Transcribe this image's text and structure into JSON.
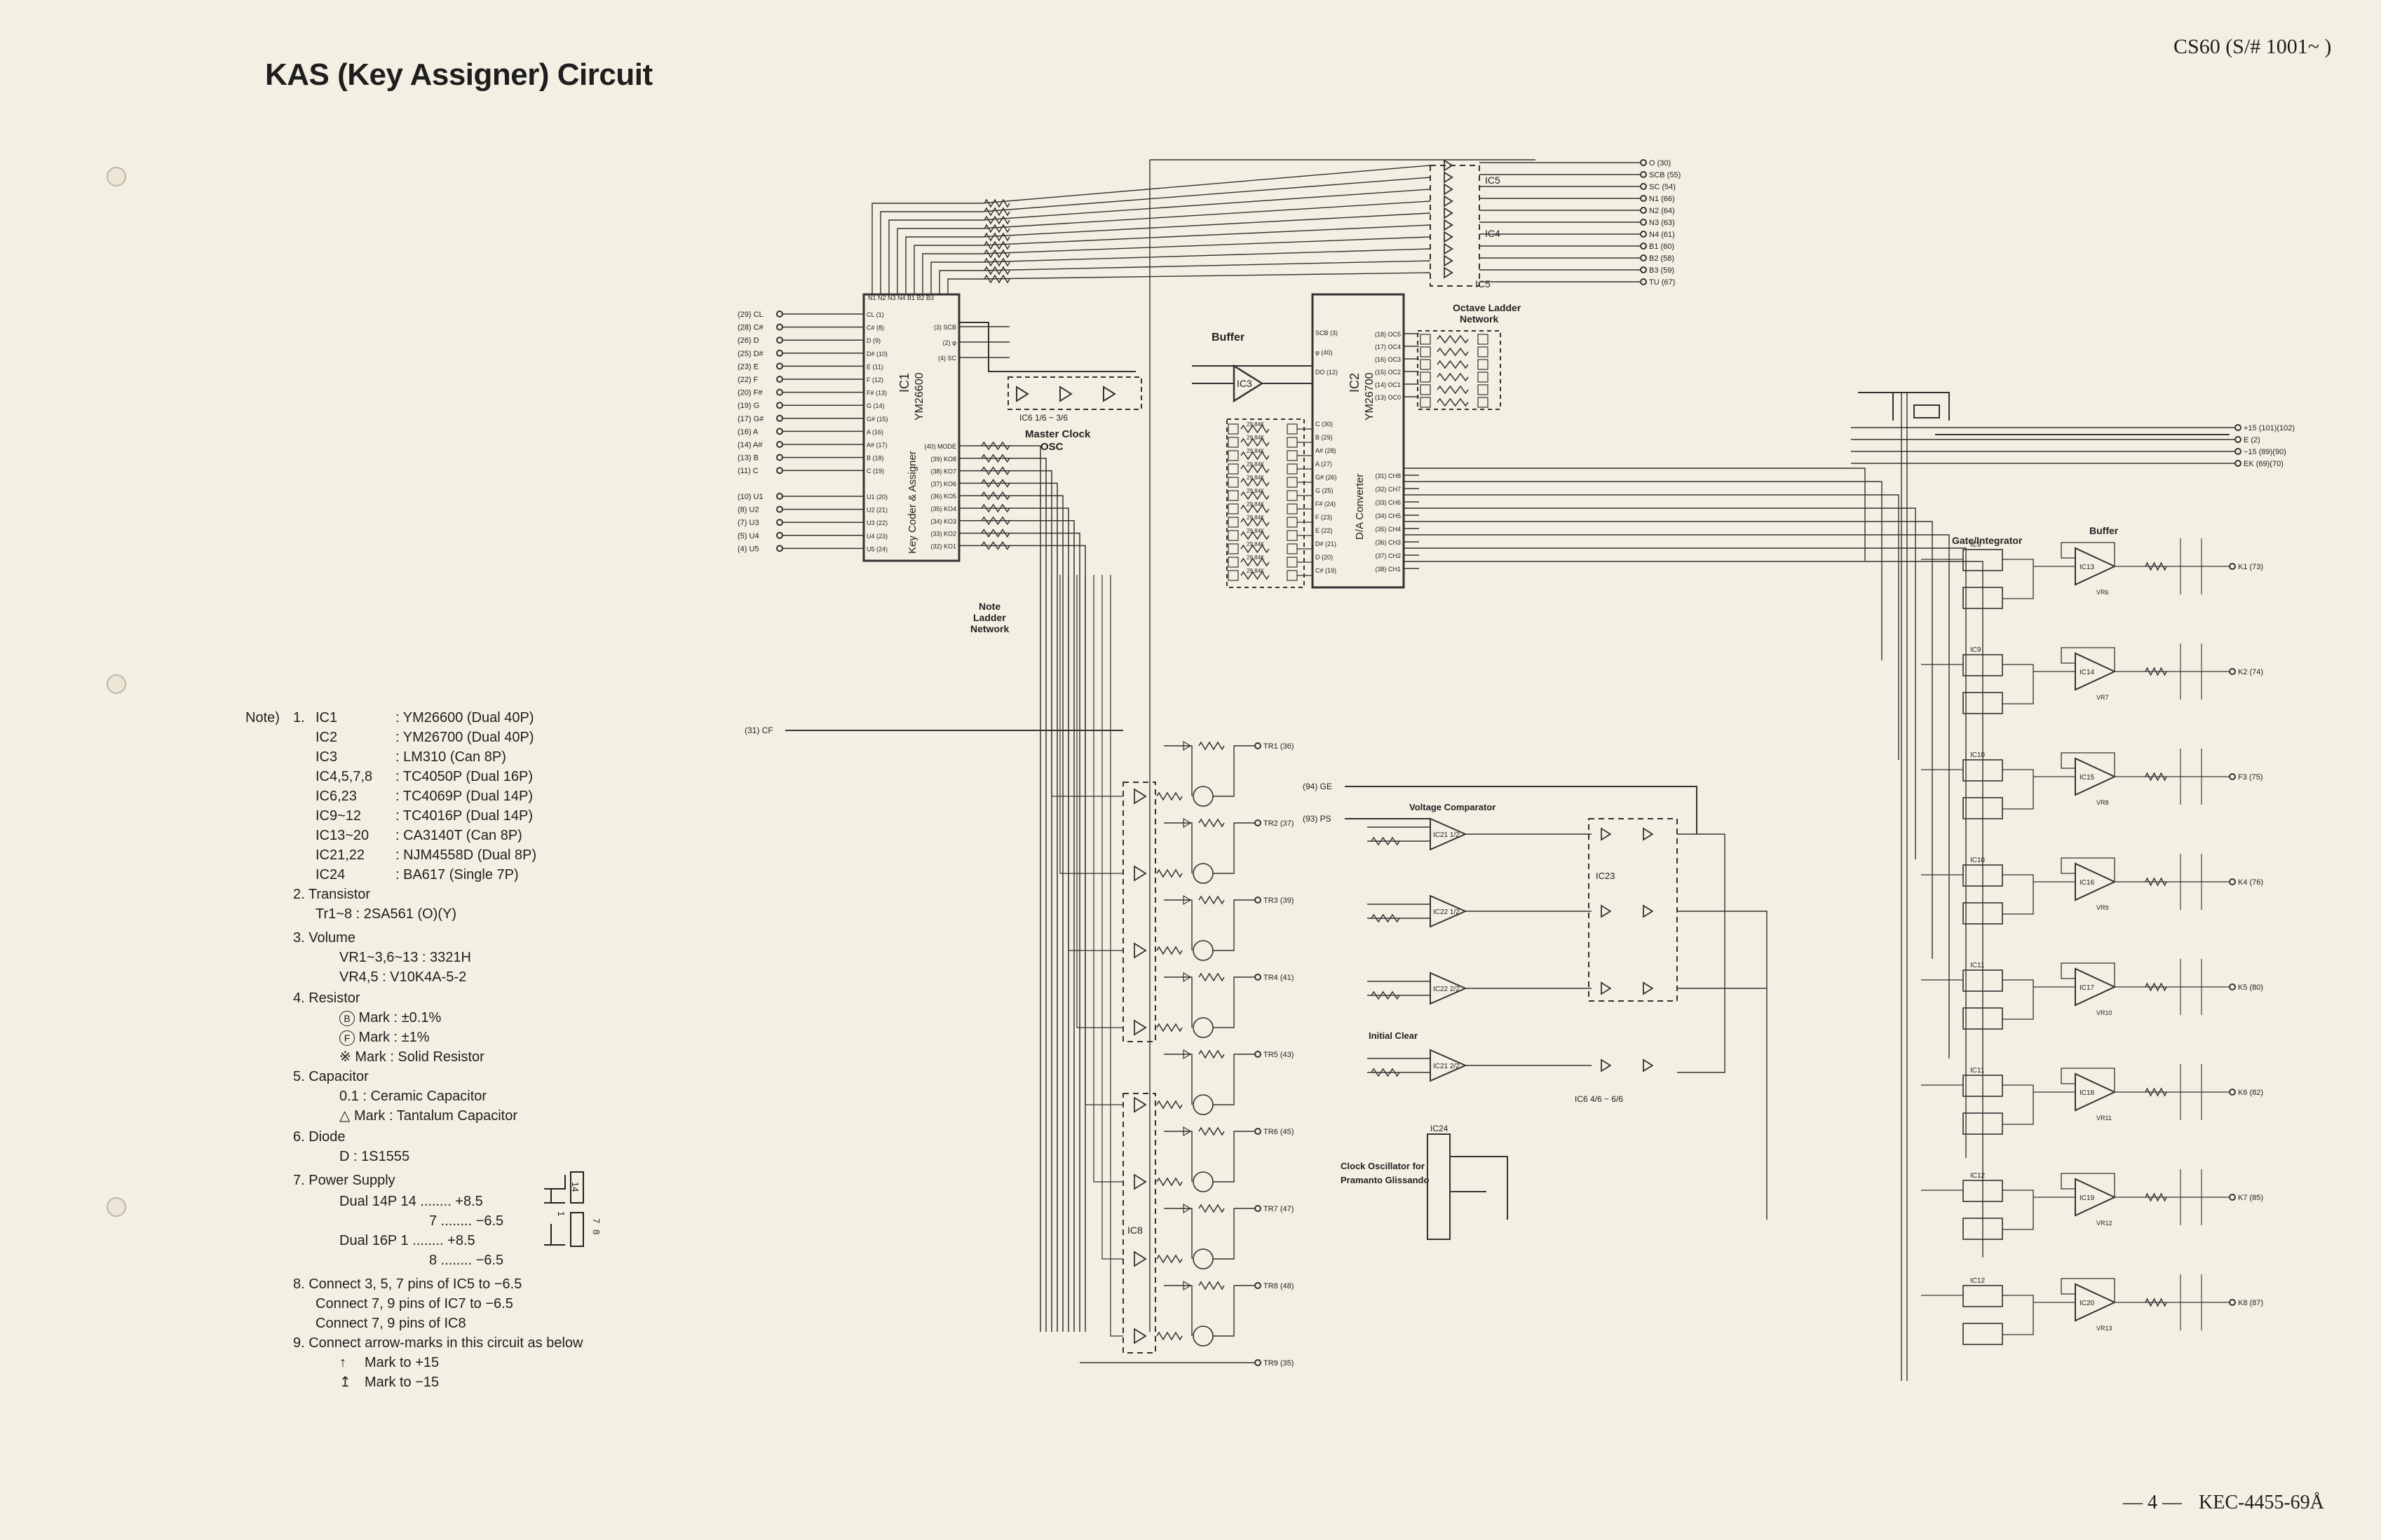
{
  "header": {
    "title": "KAS (Key Assigner) Circuit",
    "model": "CS60 (S/# 1001~ )"
  },
  "footer": {
    "page_number": "— 4 —",
    "document_code": "KEC-4455-69Å"
  },
  "ic_labels": {
    "ic1": "IC1",
    "ic1_part": "YM26600",
    "ic1_name": "Key Coder & Assigner",
    "ic2": "IC2",
    "ic2_part": "YM26700",
    "ic2_name": "D/A Converter",
    "ic3": "IC3",
    "ic4": "IC4",
    "ic5": "IC5",
    "ic6": "IC6  1/6 ~ 3/6",
    "ic8": "IC8",
    "ic23": "IC23",
    "ic6b": "IC6  4/6 ~ 6/6",
    "ic24": "IC24"
  },
  "block_labels": {
    "buffer": "Buffer",
    "master_clock": "Master Clock",
    "osc": "OSC",
    "note_ladder": "Note",
    "note_ladder2": "Ladder",
    "note_ladder3": "Network",
    "octave_ladder": "Octave Ladder",
    "octave_ladder2": "Network",
    "voltage_comparator": "Voltage Comparator",
    "initial_clear": "Initial Clear",
    "clock_osc": "Clock Oscillator for",
    "clock_osc2": "Pramanto Glissando",
    "gate_integrator": "Gate/Integrator",
    "buffer_right": "Buffer"
  },
  "left_inputs": [
    "(29) CL",
    "(28) C#",
    "(26) D",
    "(25) D#",
    "(23) E",
    "(22) F",
    "(20) F#",
    "(19) G",
    "(17) G#",
    "(16) A",
    "(14) A#",
    "(13) B",
    "(11) C"
  ],
  "left_u_inputs": [
    "(10) U1",
    "(8) U2",
    "(7) U3",
    "(5) U4",
    "(4) U5"
  ],
  "cf_input": "(31) CF",
  "ge_input": "(94) GE",
  "ps_input": "(93) PS",
  "ic1_top_pins": "N1 N2 N3 N4 B1 B2 B3",
  "ic1_left_pins": [
    "CL (1)",
    "C# (8)",
    "D (9)",
    "D# (10)",
    "E (11)",
    "F (12)",
    "F# (13)",
    "G (14)",
    "G# (15)",
    "A (16)",
    "A# (17)",
    "B (18)",
    "C (19)",
    "U1 (20)",
    "U2 (21)",
    "U3 (22)",
    "U4 (23)",
    "U5 (24)"
  ],
  "ic1_right_pins": [
    "(3) SCB",
    "(2) φ",
    "(4) SC",
    "(40) MODE",
    "(39) KO8",
    "(38) KO7",
    "(37) KO6",
    "(36) KO5",
    "(35) KO4",
    "(34) KO3",
    "(33) KO2",
    "(32) KO1"
  ],
  "ic2_left_pins": [
    "SCB (3)",
    "φ (40)",
    "DO (12)",
    "C (30)",
    "B (29)",
    "A# (28)",
    "A (27)",
    "G# (26)",
    "G (25)",
    "F# (24)",
    "F (23)",
    "E (22)",
    "D# (21)",
    "D (20)",
    "C# (19)"
  ],
  "ic2_right_pins": [
    "(18) OC5",
    "(17) OC4",
    "(16) OC3",
    "(15) OC2",
    "(14) OC1",
    "(13) OC0",
    "(31) CH8",
    "(32) CH7",
    "(33) CH6",
    "(34) CH5",
    "(35) CH4",
    "(36) CH3",
    "(37) CH2",
    "(38) CH1"
  ],
  "ladder_values": [
    "29.84K",
    "29.84K",
    "29.84K",
    "29.84K",
    "29.84K",
    "29.84K",
    "29.84K",
    "29.84K",
    "29.84K",
    "29.84K",
    "29.84K",
    "29.84K"
  ],
  "top_outputs": [
    "O (30)",
    "SCB (55)",
    "SC (54)",
    "N1 (66)",
    "N2 (64)",
    "N3 (63)",
    "N4 (61)",
    "B1 (60)",
    "B2 (58)",
    "B3 (59)",
    "TU (67)"
  ],
  "supply_outputs": [
    "+15 (101)(102)",
    "E (2)",
    "−15 (89)(90)",
    "EK (69)(70)"
  ],
  "tr_outputs": [
    "TR1 (36)",
    "TR2 (37)",
    "TR3 (39)",
    "TR4 (41)",
    "TR5 (43)",
    "TR6 (45)",
    "TR7 (47)",
    "TR8 (48)",
    "TR9 (35)"
  ],
  "k_outputs": [
    "K1 (73)",
    "K2 (74)",
    "F3 (75)",
    "K4 (76)",
    "K5 (80)",
    "K6 (82)",
    "K7 (85)",
    "K8 (87)"
  ],
  "gate_ics": [
    "IC9",
    "IC9",
    "IC10",
    "IC10",
    "IC11",
    "IC11",
    "IC12",
    "IC12"
  ],
  "buffer_ics": [
    "IC13",
    "IC14",
    "IC15",
    "IC16",
    "IC17",
    "IC18",
    "IC19",
    "IC20"
  ],
  "vr_labels": [
    "VR6",
    "VR7",
    "VR8",
    "VR9",
    "VR10",
    "VR11",
    "VR12",
    "VR13"
  ],
  "comparator_ics": [
    "IC21 1/2",
    "IC22 1/2",
    "IC22 2/2",
    "IC21 2/2"
  ],
  "note_title": "Note)",
  "notes": {
    "n1": "1.",
    "ics": [
      {
        "ic": "IC1",
        "part": ": YM26600 (Dual 40P)"
      },
      {
        "ic": "IC2",
        "part": ": YM26700 (Dual 40P)"
      },
      {
        "ic": "IC3",
        "part": ": LM310    (Can 8P)"
      },
      {
        "ic": "IC4,5,7,8",
        "part": ": TC4050P (Dual 16P)"
      },
      {
        "ic": "IC6,23",
        "part": ": TC4069P (Dual 14P)"
      },
      {
        "ic": "IC9~12",
        "part": ": TC4016P (Dual 14P)"
      },
      {
        "ic": "IC13~20",
        "part": ": CA3140T (Can 8P)"
      },
      {
        "ic": "IC21,22",
        "part": ": NJM4558D (Dual 8P)"
      },
      {
        "ic": "IC24",
        "part": ": BA617 (Single 7P)"
      }
    ],
    "n2": "2. Transistor",
    "n2a": "Tr1~8  : 2SA561 (O)(Y)",
    "n3": "3. Volume",
    "n3a": "VR1~3,6~13  : 3321H",
    "n3b": "VR4,5          : V10K4A-5-2",
    "n4": "4. Resistor",
    "n4a_sym": "B",
    "n4a": " Mark  :   ±0.1%",
    "n4b_sym": "F",
    "n4b": " Mark  :   ±1%",
    "n4c": "※ Mark  :   Solid Resistor",
    "n5": "5. Capacitor",
    "n5a": "0.1              :   Ceramic Capacitor",
    "n5b": "△ Mark   :   Tantalum Capacitor",
    "n6": "6. Diode",
    "n6a": "D                :   1S1555",
    "n7": "7. Power Supply",
    "n7a": "Dual 14P    14 ........ +8.5",
    "n7b": "7 ........ −6.5",
    "n7c": "Dual 16P     1 ........ +8.5",
    "n7d": "8 ........ −6.5",
    "n8": "8. Connect 3, 5, 7 pins of IC5 to −6.5",
    "n8b": "Connect 7, 9 pins of IC7 to −6.5",
    "n8c": "Connect 7, 9 pins of IC8",
    "n9": "9. Connect arrow-marks in this circuit as below",
    "n9a": "Mark to +15",
    "n9b": "Mark to −15",
    "pin14": "14",
    "pin7": "7",
    "pin8": "8",
    "pin1": "1"
  },
  "colors": {
    "paper": "#f3efe2",
    "ink": "#1e1e1e",
    "wire": "#333333"
  }
}
